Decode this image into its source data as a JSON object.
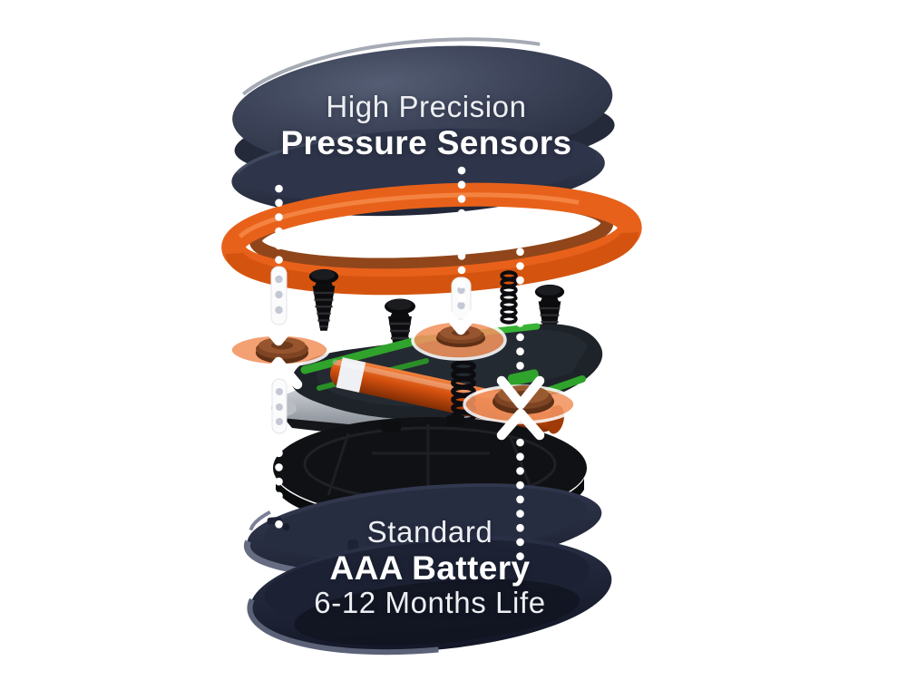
{
  "background_color": "#ffffff",
  "annotations": {
    "top": {
      "line1": "High Precision",
      "line2": "Pressure Sensors"
    },
    "bottom": {
      "line1": "Standard",
      "line2": "AAA Battery",
      "line3": "6-12 Months Life"
    }
  },
  "colors": {
    "band_orange": "#e8611a",
    "shell_navy": "#394054",
    "pcb_green": "#2fa32c",
    "battery_orange": "#d4500e",
    "sensor_copper": "#8a4c28",
    "sensor_glow": "#f2935f",
    "callout_white": "#ffffff"
  }
}
